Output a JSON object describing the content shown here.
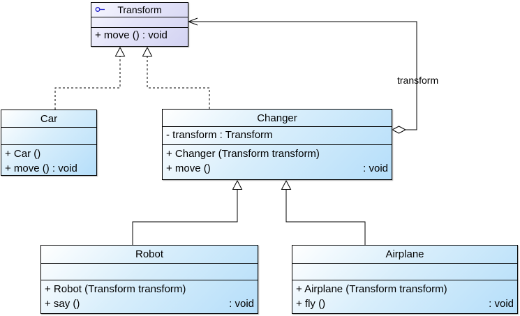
{
  "classes": {
    "transform": {
      "name": "Transform",
      "kind": "interface",
      "attributes": [],
      "methods": [
        {
          "left": "+ move () : void",
          "right": ""
        }
      ]
    },
    "car": {
      "name": "Car",
      "kind": "class",
      "attributes": [],
      "methods": [
        {
          "left": "+ Car ()",
          "right": ""
        },
        {
          "left": "+ move () : void",
          "right": ""
        }
      ]
    },
    "changer": {
      "name": "Changer",
      "kind": "class",
      "attributes": [
        {
          "left": "- transform : Transform",
          "right": ""
        }
      ],
      "methods": [
        {
          "left": "+ Changer (Transform transform)",
          "right": ""
        },
        {
          "left": "+ move ()",
          "right": ": void"
        }
      ]
    },
    "robot": {
      "name": "Robot",
      "kind": "class",
      "attributes": [],
      "methods": [
        {
          "left": "+ Robot (Transform transform)",
          "right": ""
        },
        {
          "left": "+ say ()",
          "right": ": void"
        }
      ]
    },
    "airplane": {
      "name": "Airplane",
      "kind": "class",
      "attributes": [],
      "methods": [
        {
          "left": "+ Airplane (Transform transform)",
          "right": ""
        },
        {
          "left": "+ fly ()",
          "right": ": void"
        }
      ]
    }
  },
  "edges": [
    {
      "type": "realization",
      "from": "Car",
      "to": "Transform",
      "label": ""
    },
    {
      "type": "realization",
      "from": "Changer",
      "to": "Transform",
      "label": ""
    },
    {
      "type": "generalization",
      "from": "Robot",
      "to": "Changer",
      "label": ""
    },
    {
      "type": "generalization",
      "from": "Airplane",
      "to": "Changer",
      "label": ""
    },
    {
      "type": "aggregation",
      "from": "Changer",
      "to": "Transform",
      "label": "transform"
    }
  ],
  "colors": {
    "border": "#000000",
    "class_fill_end": "#b5defa",
    "interface_fill_end": "#d3d3f2",
    "interface_icon": "#2222cc",
    "background": "#ffffff"
  }
}
